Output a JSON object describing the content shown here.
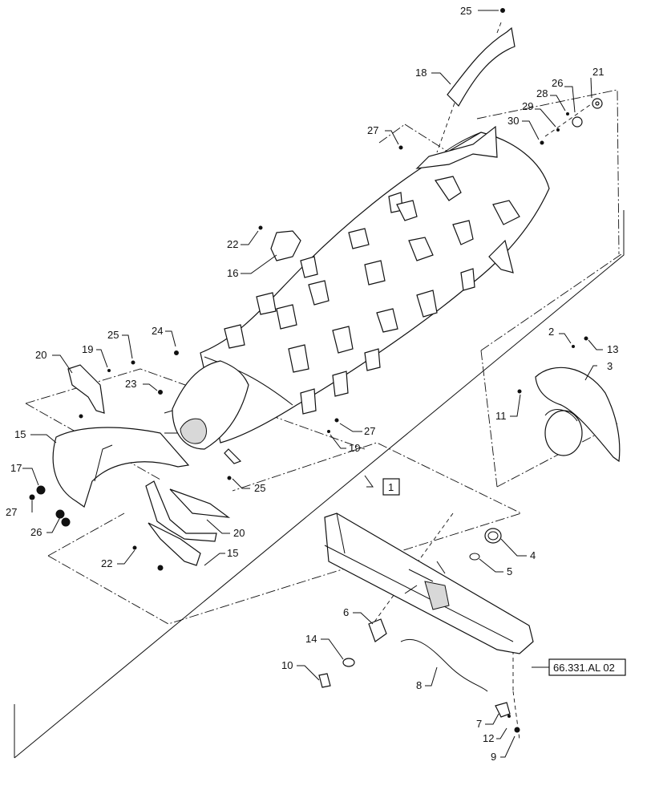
{
  "callouts": [
    {
      "id": "c25a",
      "text": "25"
    },
    {
      "id": "c18",
      "text": "18"
    },
    {
      "id": "c21",
      "text": "21"
    },
    {
      "id": "c26a",
      "text": "26"
    },
    {
      "id": "c28",
      "text": "28"
    },
    {
      "id": "c29",
      "text": "29"
    },
    {
      "id": "c30",
      "text": "30"
    },
    {
      "id": "c27a",
      "text": "27"
    },
    {
      "id": "c22a",
      "text": "22"
    },
    {
      "id": "c16",
      "text": "16"
    },
    {
      "id": "c24",
      "text": "24"
    },
    {
      "id": "c25b",
      "text": "25"
    },
    {
      "id": "c20a",
      "text": "20"
    },
    {
      "id": "c19a",
      "text": "19"
    },
    {
      "id": "c23",
      "text": "23"
    },
    {
      "id": "c2",
      "text": "2"
    },
    {
      "id": "c13",
      "text": "13"
    },
    {
      "id": "c3",
      "text": "3"
    },
    {
      "id": "c11",
      "text": "11"
    },
    {
      "id": "c15a",
      "text": "15"
    },
    {
      "id": "c27b",
      "text": "27"
    },
    {
      "id": "c19b",
      "text": "19"
    },
    {
      "id": "c17",
      "text": "17"
    },
    {
      "id": "c27c",
      "text": "27"
    },
    {
      "id": "c26b",
      "text": "26"
    },
    {
      "id": "c25c",
      "text": "25"
    },
    {
      "id": "c20b",
      "text": "20"
    },
    {
      "id": "c22b",
      "text": "22"
    },
    {
      "id": "c15b",
      "text": "15"
    },
    {
      "id": "c4",
      "text": "4"
    },
    {
      "id": "c5",
      "text": "5"
    },
    {
      "id": "c6",
      "text": "6"
    },
    {
      "id": "c14",
      "text": "14"
    },
    {
      "id": "c10",
      "text": "10"
    },
    {
      "id": "c8",
      "text": "8"
    },
    {
      "id": "c7",
      "text": "7"
    },
    {
      "id": "c12",
      "text": "12"
    },
    {
      "id": "c9",
      "text": "9"
    }
  ],
  "boxes": {
    "assembly": "1",
    "reference": "66.331.AL 02"
  }
}
